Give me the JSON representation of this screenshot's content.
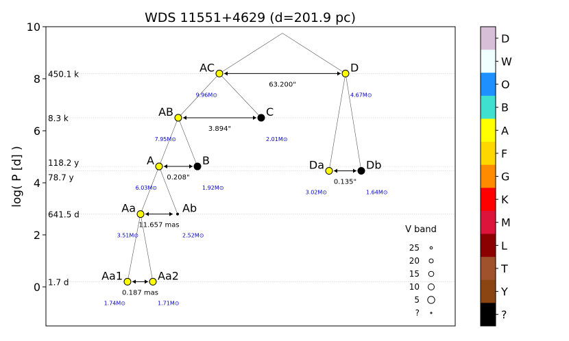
{
  "title": "WDS 11551+4629 (d=201.9 pc)",
  "ylabel": "log( P [d] )",
  "chart_data": {
    "type": "hierarchy",
    "ylim": [
      -1.5,
      10
    ],
    "yticks": [
      0,
      2,
      4,
      6,
      8,
      10
    ],
    "period_labels": [
      {
        "text": "450.1 k",
        "y": 8.2
      },
      {
        "text": "8.3 k",
        "y": 6.5
      },
      {
        "text": "118.2 y",
        "y": 4.63
      },
      {
        "text": "78.7 y",
        "y": 4.46
      },
      {
        "text": "641.5 d",
        "y": 2.8
      },
      {
        "text": "1.7 d",
        "y": 0.2
      }
    ],
    "nodes": [
      {
        "id": "AC",
        "label": "AC",
        "x": 320,
        "y": 8.2,
        "color": "#ffff00",
        "size": 9,
        "mass": "9.96M⊙",
        "label_side": "left"
      },
      {
        "id": "D",
        "label": "D",
        "x": 504,
        "y": 8.2,
        "color": "#ffff00",
        "size": 9,
        "mass": "4.67M⊙",
        "label_side": "right"
      },
      {
        "id": "AB",
        "label": "AB",
        "x": 260,
        "y": 6.5,
        "color": "#ffff00",
        "size": 9,
        "mass": "7.95M⊙",
        "label_side": "left"
      },
      {
        "id": "C",
        "label": "C",
        "x": 381,
        "y": 6.5,
        "color": "#000000",
        "size": 9,
        "mass": "2.01M⊙",
        "label_side": "right"
      },
      {
        "id": "A",
        "label": "A",
        "x": 232,
        "y": 4.63,
        "color": "#ffff00",
        "size": 9,
        "mass": "6.03M⊙",
        "label_side": "left"
      },
      {
        "id": "B",
        "label": "B",
        "x": 288,
        "y": 4.63,
        "color": "#000000",
        "size": 9,
        "mass": "1.92M⊙",
        "label_side": "right"
      },
      {
        "id": "Da",
        "label": "Da",
        "x": 480,
        "y": 4.46,
        "color": "#ffff00",
        "size": 9,
        "mass": "3.02M⊙",
        "label_side": "left"
      },
      {
        "id": "Db",
        "label": "Db",
        "x": 527,
        "y": 4.46,
        "color": "#000000",
        "size": 9,
        "mass": "1.64M⊙",
        "label_side": "right"
      },
      {
        "id": "Aa",
        "label": "Aa",
        "x": 205,
        "y": 2.8,
        "color": "#ffff00",
        "size": 9,
        "mass": "3.51M⊙",
        "label_side": "left"
      },
      {
        "id": "Ab",
        "label": "Ab",
        "x": 259,
        "y": 2.8,
        "color": "#000000",
        "size": 2,
        "mass": "2.52M⊙",
        "label_side": "right"
      },
      {
        "id": "Aa1",
        "label": "Aa1",
        "x": 186,
        "y": 0.2,
        "color": "#ffff00",
        "size": 9,
        "mass": "1.74M⊙",
        "label_side": "left"
      },
      {
        "id": "Aa2",
        "label": "Aa2",
        "x": 223,
        "y": 0.2,
        "color": "#ffff00",
        "size": 9,
        "mass": "1.71M⊙",
        "label_side": "right"
      }
    ],
    "pairs": [
      {
        "a": "AC",
        "b": "D",
        "sep": "63.200\""
      },
      {
        "a": "AB",
        "b": "C",
        "sep": "3.894\""
      },
      {
        "a": "A",
        "b": "B",
        "sep": "0.208\""
      },
      {
        "a": "Da",
        "b": "Db",
        "sep": "0.135\""
      },
      {
        "a": "Aa",
        "b": "Ab",
        "sep": "11.657 mas"
      },
      {
        "a": "Aa1",
        "b": "Aa2",
        "sep": "0.187 mas"
      }
    ],
    "edges": [
      [
        "AC",
        "D",
        "top"
      ],
      [
        "AB",
        "C",
        "AC"
      ],
      [
        "A",
        "B",
        "AB"
      ],
      [
        "Da",
        "Db",
        "D"
      ],
      [
        "Aa",
        "Ab",
        "A"
      ],
      [
        "Aa1",
        "Aa2",
        "Aa"
      ]
    ],
    "top_apex": {
      "x": 412,
      "y": 9.75
    },
    "vband": {
      "title": "V band",
      "entries": [
        {
          "label": "25",
          "r": 1.8
        },
        {
          "label": "20",
          "r": 3.0
        },
        {
          "label": "15",
          "r": 3.8
        },
        {
          "label": "10",
          "r": 4.5
        },
        {
          "label": "5",
          "r": 5.2
        },
        {
          "label": "?",
          "r": 1.0
        }
      ]
    },
    "colorbar": [
      {
        "label": "D",
        "color": "#d8bfd8"
      },
      {
        "label": "W",
        "color": "#f0ffff"
      },
      {
        "label": "O",
        "color": "#1e90ff"
      },
      {
        "label": "B",
        "color": "#40e0d0"
      },
      {
        "label": "A",
        "color": "#ffff00"
      },
      {
        "label": "F",
        "color": "#ffd700"
      },
      {
        "label": "G",
        "color": "#ff8c00"
      },
      {
        "label": "K",
        "color": "#ff0000"
      },
      {
        "label": "M",
        "color": "#dc143c"
      },
      {
        "label": "L",
        "color": "#8b0000"
      },
      {
        "label": "T",
        "color": "#a0522d"
      },
      {
        "label": "Y",
        "color": "#8b4513"
      },
      {
        "label": "?",
        "color": "#000000"
      }
    ]
  }
}
